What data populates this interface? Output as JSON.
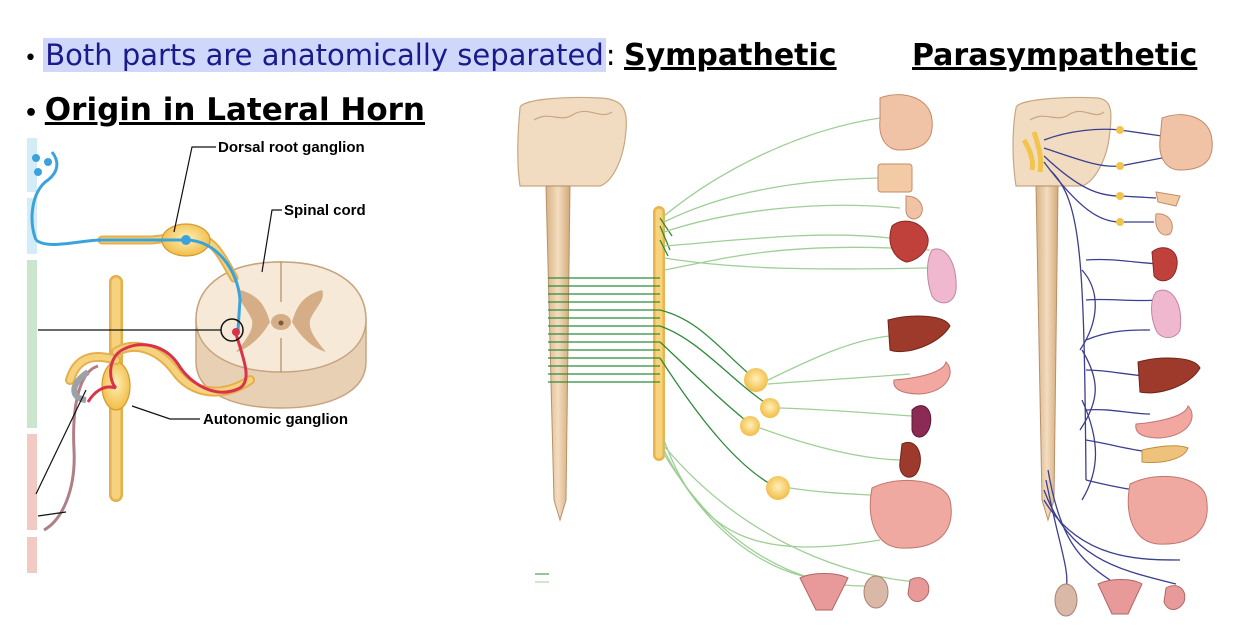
{
  "bullets": {
    "separated": {
      "highlight": "Both parts are anatomically separated",
      "suffix": ":"
    },
    "origin": "Origin in Lateral Horn"
  },
  "headers": {
    "sympathetic": "Sympathetic",
    "parasympathetic": "Parasympathetic"
  },
  "spinal_labels": {
    "dorsal_root_ganglion": "Dorsal root ganglion",
    "spinal_cord": "Spinal cord",
    "autonomic_ganglion": "Autonomic ganglion"
  },
  "colors": {
    "highlight": "#cfd8fb",
    "afferent_blue": "#3aa3dc",
    "efferent_red": "#d8334a",
    "nerve_yellow": "#f2c35a",
    "sympathetic_green": "#2f8a3a",
    "sympathetic_light": "#9fcf96",
    "parasympathetic_blue": "#3b3f8f",
    "tissue": "#f3e3cf"
  }
}
